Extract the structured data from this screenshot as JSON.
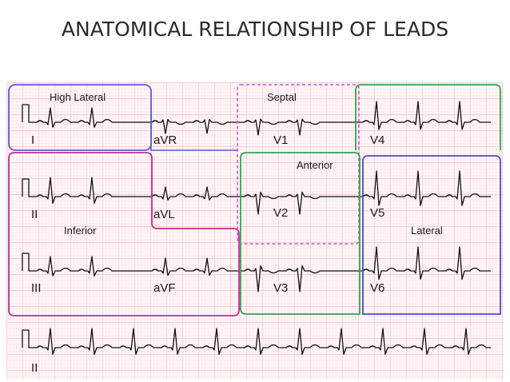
{
  "title": "ANATOMICAL RELATIONSHIP OF LEADS",
  "colors": {
    "grid_major": "#f2a9b6",
    "grid_minor": "#fbd9df",
    "paper": "#fff5f7",
    "trace": "#111111",
    "high_lateral_border": "#5b5fc7",
    "inferior_border": "#c2308f",
    "septal_border": "#c85bd0",
    "anterior_border": "#2fa84f",
    "lateral_border": "#4a4fc0"
  },
  "regions": {
    "high_lateral": "High Lateral",
    "inferior": "Inferior",
    "septal": "Septal",
    "anterior": "Anterior",
    "lateral": "Lateral"
  },
  "leads": {
    "I": "I",
    "II": "II",
    "III": "III",
    "aVR": "aVR",
    "aVL": "aVL",
    "aVF": "aVF",
    "V1": "V1",
    "V2": "V2",
    "V3": "V3",
    "V4": "V4",
    "V5": "V5",
    "V6": "V6",
    "rhythm": "II"
  }
}
